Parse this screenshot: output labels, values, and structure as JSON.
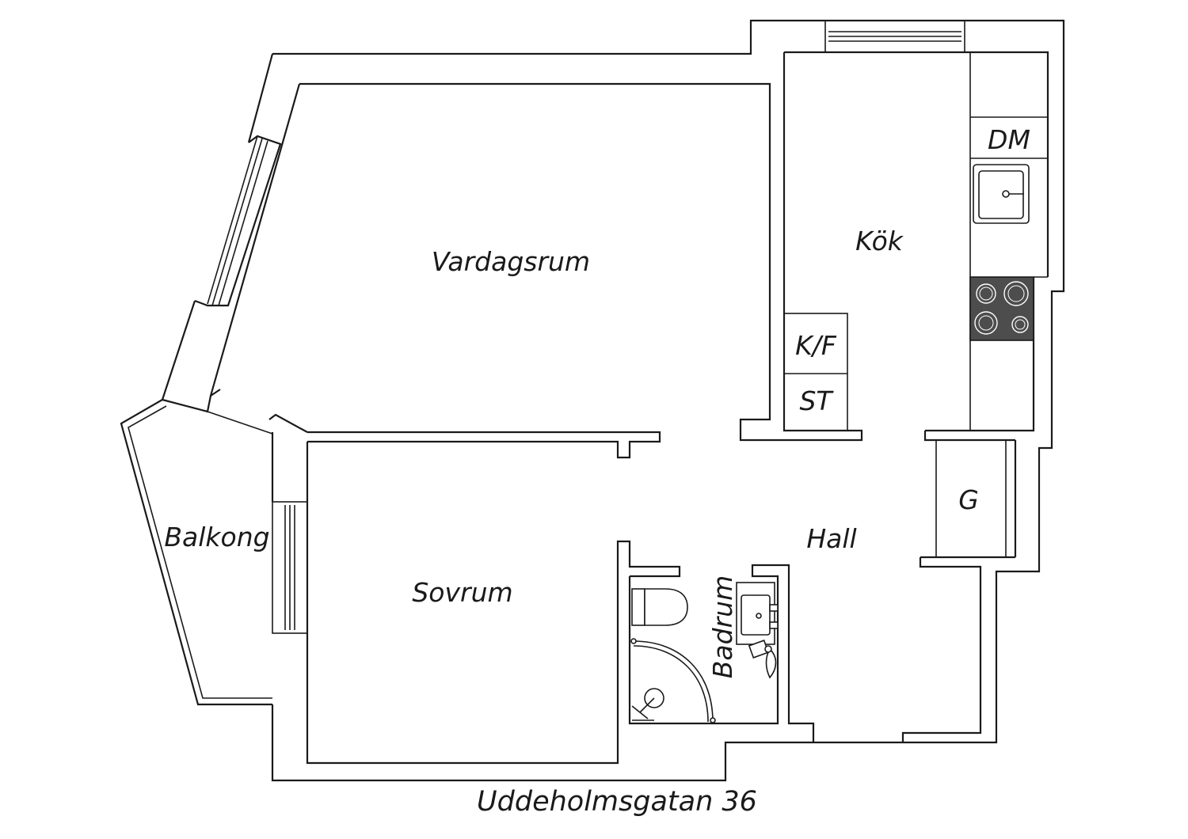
{
  "rooms": {
    "vardagsrum": "Vardagsrum",
    "kok": "Kök",
    "sovrum": "Sovrum",
    "hall": "Hall",
    "balkong": "Balkong",
    "badrum": "Badrum"
  },
  "fixtures": {
    "dishwasher": "DM",
    "fridge_freezer": "K/F",
    "storage": "ST",
    "wardrobe": "G"
  },
  "address": "Uddeholmsgatan 36",
  "colors": {
    "line": "#1a1a1a",
    "stove": "#4d4d4d"
  }
}
